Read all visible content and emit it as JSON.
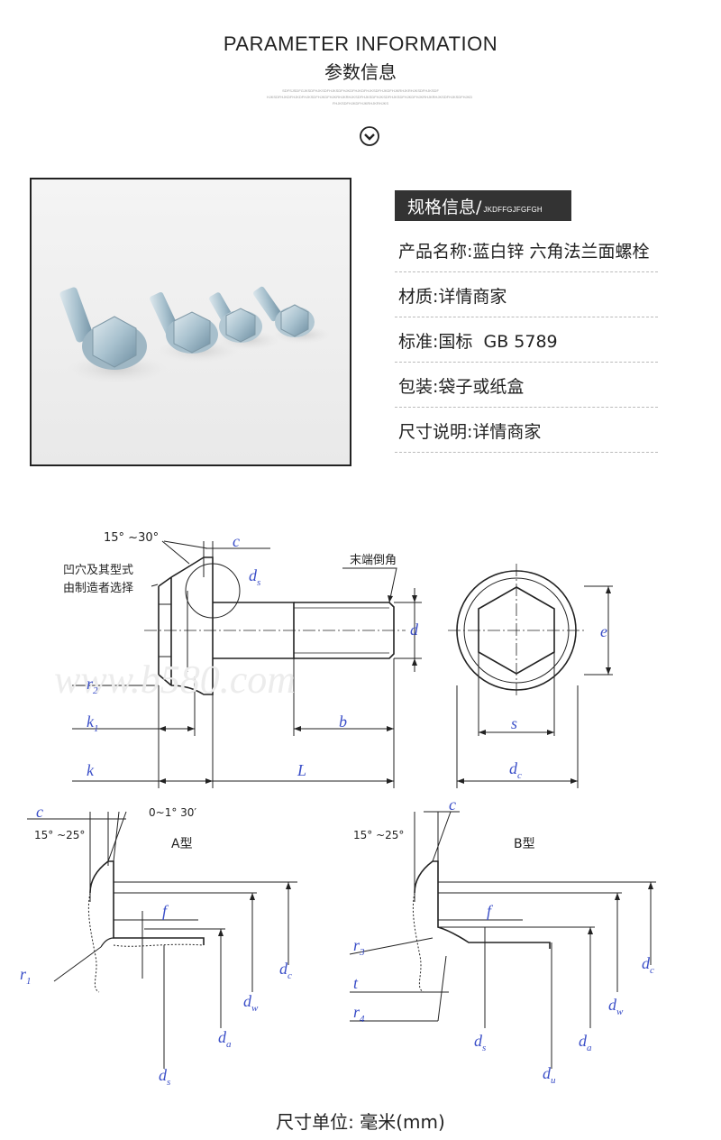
{
  "header": {
    "title_en": "PARAMETER INFORMATION",
    "title_cn": "参数信息",
    "fine_print": [
      "SDFSJSDFGJKSDFHJKSDFHJKSDFHJKDFHJKDFHJKSDFHJKDFHJKRHJKRHJKSDFHJKSDF",
      "HJKSDFHJKDFHJKDFHJKSDFHJKDFHJKRHJKRHJKSDFHJKSDFHJKSDFHJKSDFHJKDFHJKRHJKRHJKSDFHJKSDFHJKD",
      "FHJKSDFHJKDFHJKRHJKRHJKS"
    ],
    "down_icon": "chevron-down-circle-icon"
  },
  "spec": {
    "heading": "规格信息/",
    "heading_sub": "JKDFFGJFGFGH",
    "rows": [
      {
        "label": "产品名称:",
        "value": "蓝白锌 六角法兰面螺栓"
      },
      {
        "label": "材质:",
        "value": "详情商家"
      },
      {
        "label": "标准:",
        "value": "国标  GB 5789"
      },
      {
        "label": "包装:",
        "value": "袋子或纸盒"
      },
      {
        "label": "尺寸说明:",
        "value": "详情商家"
      }
    ]
  },
  "drawing": {
    "angle_top": "15°  ~30°",
    "note_line1": "凹穴及其型式",
    "note_line2": "由制造者选择",
    "chamfer_note": "末端倒角",
    "watermark": "www.b580.com",
    "labels": {
      "c": "c",
      "ds": "d",
      "ds_sub": "s",
      "d": "d",
      "e": "e",
      "r2": "r",
      "r2_sub": "2",
      "k1": "k",
      "k1_sub": "1",
      "k": "k",
      "b": "b",
      "L": "L",
      "s": "s",
      "dc": "d",
      "dc_sub": "c"
    },
    "type_a": {
      "title": "A型",
      "c": "c",
      "angle": "15°  ~25°",
      "angle2": "0~1° 30′",
      "f": "f",
      "r1": "r",
      "r1_sub": "1",
      "dc": "d",
      "dc_sub": "c",
      "dw": "d",
      "dw_sub": "w",
      "da": "d",
      "da_sub": "a",
      "ds": "d",
      "ds_sub": "s"
    },
    "type_b": {
      "title": "B型",
      "c": "c",
      "angle": "15°  ~25°",
      "f": "f",
      "r3": "r",
      "r3_sub": "3",
      "t": "t",
      "r4": "r",
      "r4_sub": "4",
      "dc": "d",
      "dc_sub": "c",
      "dw": "d",
      "dw_sub": "w",
      "da": "d",
      "da_sub": "a",
      "ds": "d",
      "ds_sub": "s",
      "du": "d",
      "du_sub": "u"
    }
  },
  "footer": {
    "unit": "尺寸单位: 毫米(mm)"
  }
}
